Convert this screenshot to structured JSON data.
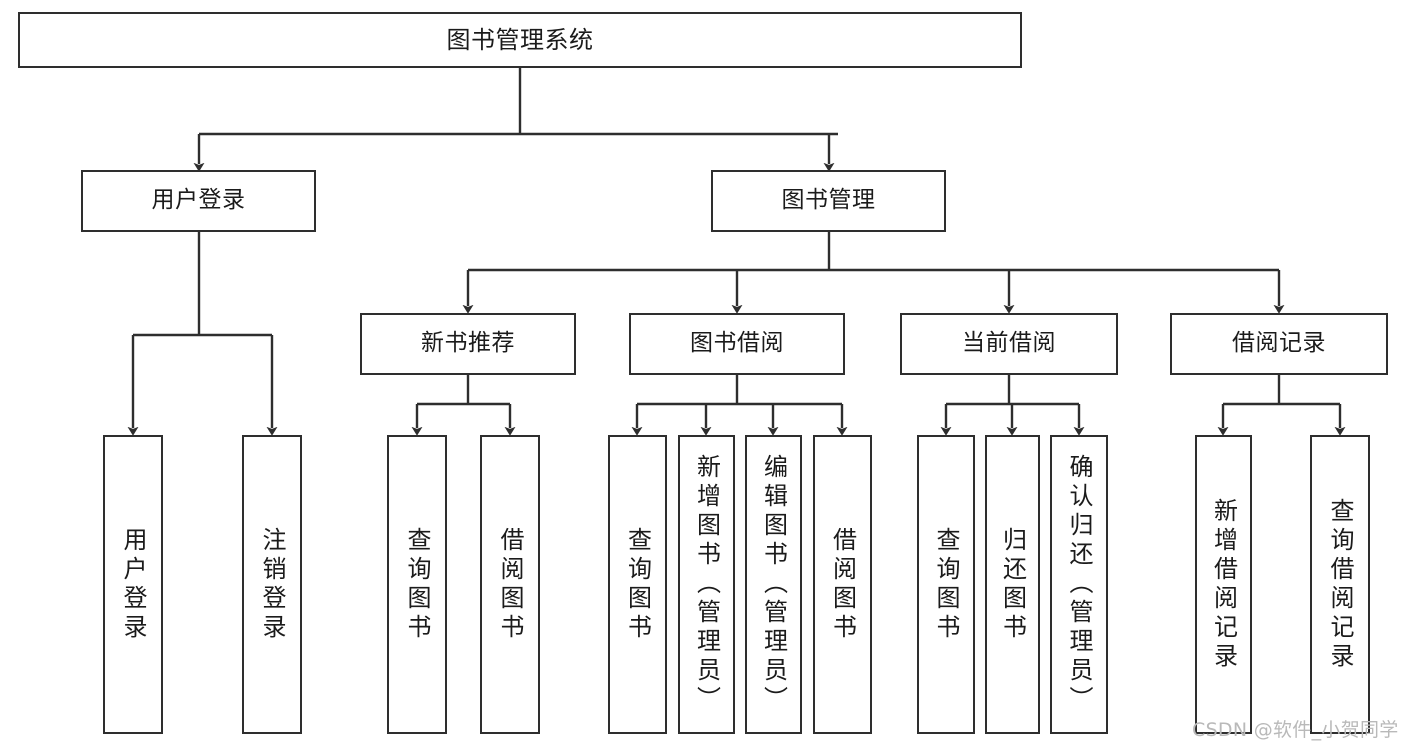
{
  "diagram": {
    "title": "图书管理系统",
    "type": "tree",
    "watermark": "CSDN @软件_小贺同学",
    "colors": {
      "background": "#ffffff",
      "box_border": "#2e2e2e",
      "box_fill": "#ffffff",
      "edge": "#2e2e2e",
      "text": "#1b1b1b",
      "watermark": "#b9b9b9"
    },
    "nodes": {
      "root": {
        "label": "图书管理系统"
      },
      "level2": [
        {
          "label": "用户登录"
        },
        {
          "label": "图书管理"
        }
      ],
      "level3": [
        {
          "label": "新书推荐"
        },
        {
          "label": "图书借阅"
        },
        {
          "label": "当前借阅"
        },
        {
          "label": "借阅记录"
        }
      ],
      "leaves": {
        "user_login": [
          {
            "label": "用户登录"
          },
          {
            "label": "注销登录"
          }
        ],
        "new_book_recommend": [
          {
            "label": "查询图书"
          },
          {
            "label": "借阅图书"
          }
        ],
        "book_borrow": [
          {
            "label": "查询图书"
          },
          {
            "label": "新增图书（管理员）"
          },
          {
            "label": "编辑图书（管理员）"
          },
          {
            "label": "借阅图书"
          }
        ],
        "current_borrow": [
          {
            "label": "查询图书"
          },
          {
            "label": "归还图书"
          },
          {
            "label": "确认归还（管理员）"
          }
        ],
        "borrow_record": [
          {
            "label": "新增借阅记录"
          },
          {
            "label": "查询借阅记录"
          }
        ]
      }
    }
  }
}
